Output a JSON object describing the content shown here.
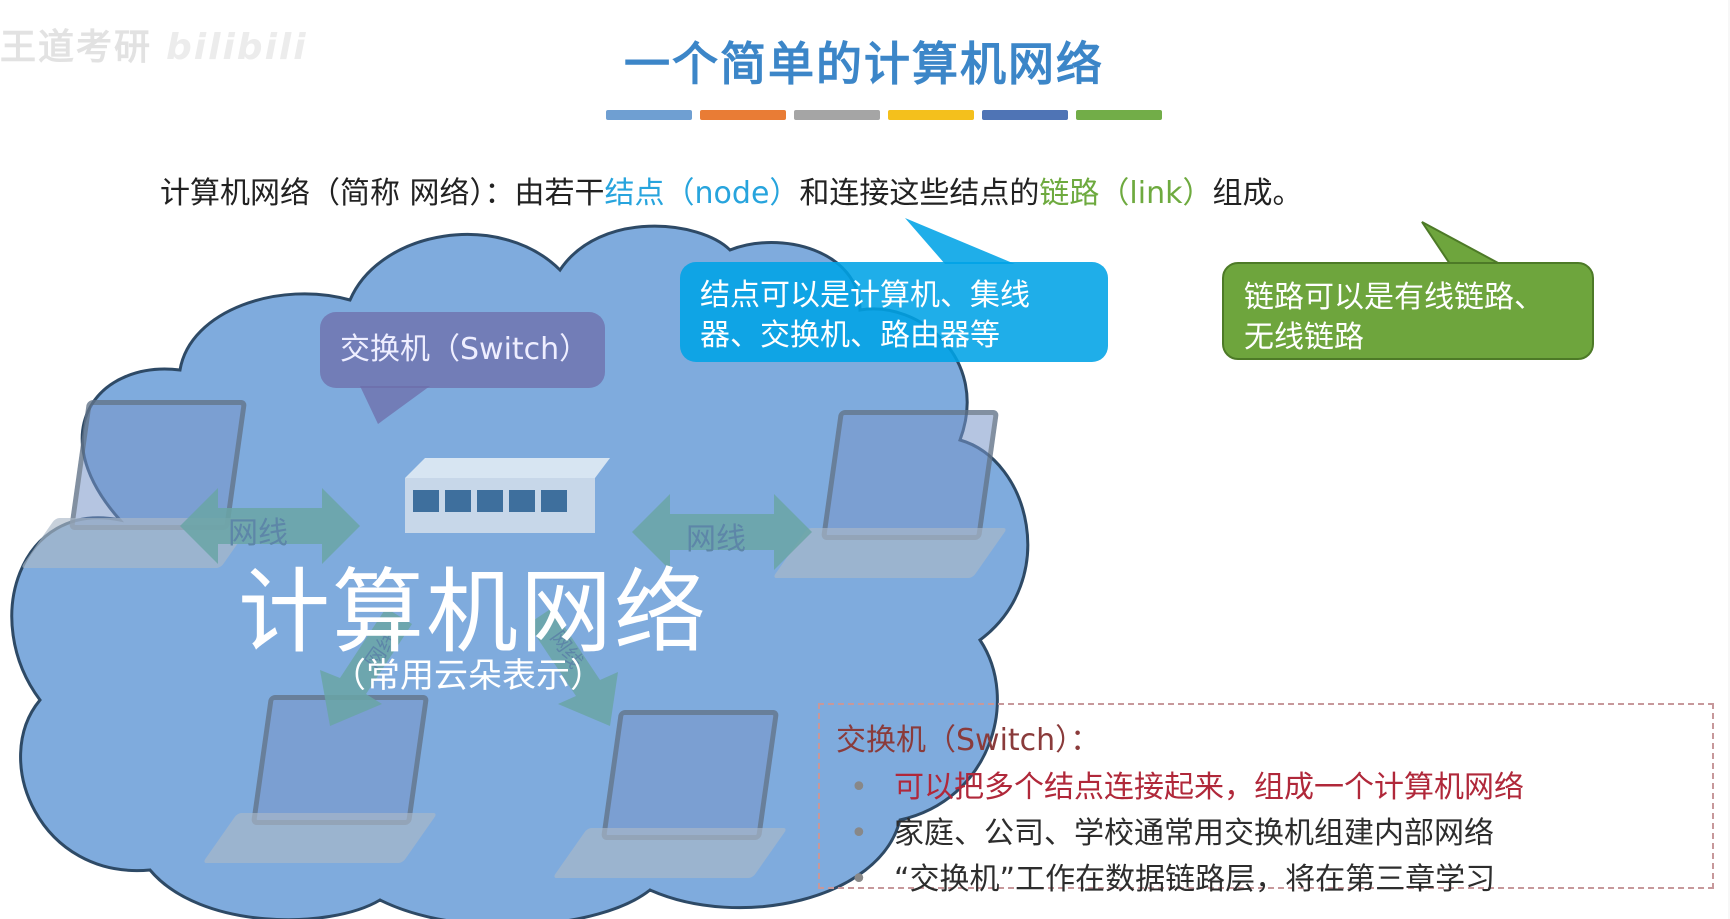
{
  "watermark": {
    "text1": "王道考研",
    "text2": "bilibili"
  },
  "title": "一个简单的计算机网络",
  "title_bar_colors": [
    "#6f9fd2",
    "#e97c35",
    "#a5a5a5",
    "#f4c01c",
    "#4f74b5",
    "#72ad48"
  ],
  "definition": {
    "part1": "计算机网络（简称 网络）：由若干",
    "node": "结点（node）",
    "part2": "和连接这些结点的",
    "link": "链路（link）",
    "part3": "组成。"
  },
  "callouts": {
    "node": "结点可以是计算机、集线器、交换机、路由器等",
    "link": "链路可以是有线链路、无线链路",
    "switch": "交换机（Switch）"
  },
  "cloud": {
    "wire_left": "网线",
    "wire_right": "网线",
    "wire_bottom_left": "网线",
    "wire_bottom_right": "网线",
    "big_label": "计算机网络",
    "sub_label": "（常用云朵表示）"
  },
  "info": {
    "title": "交换机（Switch）：",
    "items": [
      "可以把多个结点连接起来，组成一个计算机网络",
      "家庭、公司、学校通常用交换机组建内部网络",
      "“交换机”工作在数据链路层，将在第三章学习"
    ]
  },
  "colors": {
    "title": "#3c86c8",
    "node_highlight": "#27a4dd",
    "link_highlight": "#6eaa3f",
    "cloud_fill": "#5b93d3",
    "info_red": "#b0283a"
  }
}
